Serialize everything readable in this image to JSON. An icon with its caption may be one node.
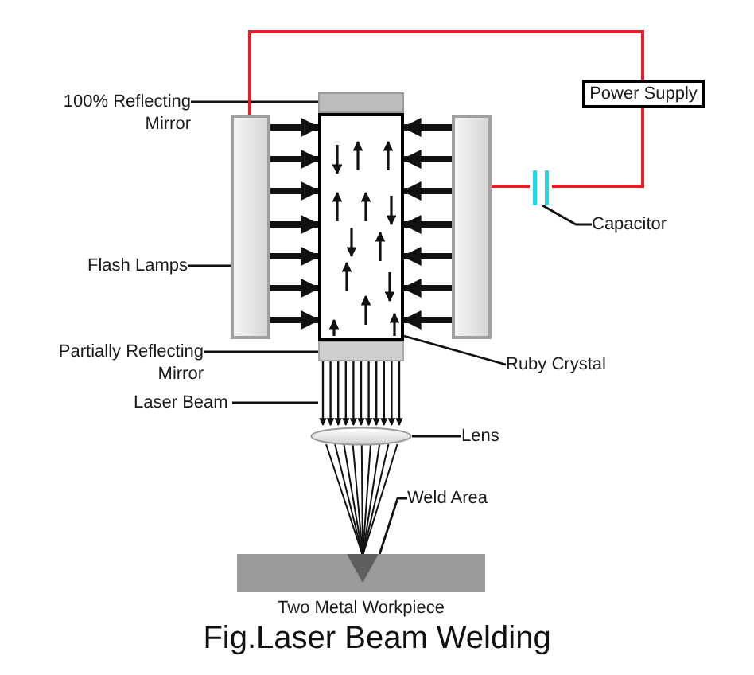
{
  "diagram": {
    "caption": "Fig.Laser Beam Welding",
    "nodes": [
      {
        "text": [
          "100% Reflecting Mirror"
        ]
      },
      {
        "text": [],
        "shape": "box"
      },
      {
        "text": [],
        "shape": "box"
      },
      {
        "text": [
          "Flash Lamps"
        ]
      },
      {
        "text": [],
        "shape": "box"
      },
      {
        "text": [],
        "shape": "box"
      },
      {
        "text": [
          "Power Supply"
        ]
      },
      {
        "text": [],
        "shape": "capacitor"
      },
      {
        "text": [
          "Capacitor"
        ]
      },
      {
        "text": [
          "Ruby Crystal"
        ]
      },
      {
        "text": [
          "Partially Reflecting Mirror"
        ]
      },
      {
        "text": [],
        "shape": "box"
      },
      {
        "text": [
          "Laser Beam"
        ]
      },
      {
        "text": [],
        "shape": "beam"
      },
      {
        "text": [],
        "shape": "ellipse"
      },
      {
        "text": [
          "Lens"
        ]
      },
      {
        "text": [
          "Weld Area"
        ]
      },
      {
        "text": [],
        "shape": "bar",
        "beside": [
          "Two Metal Workpiece"
        ]
      },
      {
        "text": [],
        "shape": "triangle",
        "in": 17
      }
    ],
    "edges": [
      {
        "from": 0,
        "to": 1,
        "arrow": "none"
      },
      {
        "from": 3,
        "to": 2,
        "arrow": "none"
      },
      {
        "from": 2,
        "to": 6,
        "arrow": "none",
        "color": "#e0202a"
      },
      {
        "from": 5,
        "to": 7,
        "arrow": "none",
        "color": "#e0202a"
      },
      {
        "from": 7,
        "to": 6,
        "arrow": "none",
        "color": "#e0202a"
      },
      {
        "from": 8,
        "to": 7,
        "arrow": "none"
      },
      {
        "from": 9,
        "to": 4,
        "arrow": "none"
      },
      {
        "from": 10,
        "to": 11,
        "arrow": "none"
      },
      {
        "from": 12,
        "to": 13,
        "arrow": "none"
      },
      {
        "from": 15,
        "to": 14,
        "arrow": "none"
      },
      {
        "from": 16,
        "to": 18,
        "arrow": "none"
      },
      {
        "from": 2,
        "to": 4,
        "arrow": "to"
      },
      {
        "from": 2,
        "to": 4,
        "arrow": "to"
      },
      {
        "from": 2,
        "to": 4,
        "arrow": "to"
      },
      {
        "from": 2,
        "to": 4,
        "arrow": "to"
      },
      {
        "from": 2,
        "to": 4,
        "arrow": "to"
      },
      {
        "from": 2,
        "to": 4,
        "arrow": "to"
      },
      {
        "from": 2,
        "to": 4,
        "arrow": "to"
      },
      {
        "from": 5,
        "to": 4,
        "arrow": "to"
      },
      {
        "from": 5,
        "to": 4,
        "arrow": "to"
      },
      {
        "from": 5,
        "to": 4,
        "arrow": "to"
      },
      {
        "from": 5,
        "to": 4,
        "arrow": "to"
      },
      {
        "from": 5,
        "to": 4,
        "arrow": "to"
      },
      {
        "from": 5,
        "to": 4,
        "arrow": "to"
      },
      {
        "from": 5,
        "to": 4,
        "arrow": "to"
      }
    ]
  }
}
